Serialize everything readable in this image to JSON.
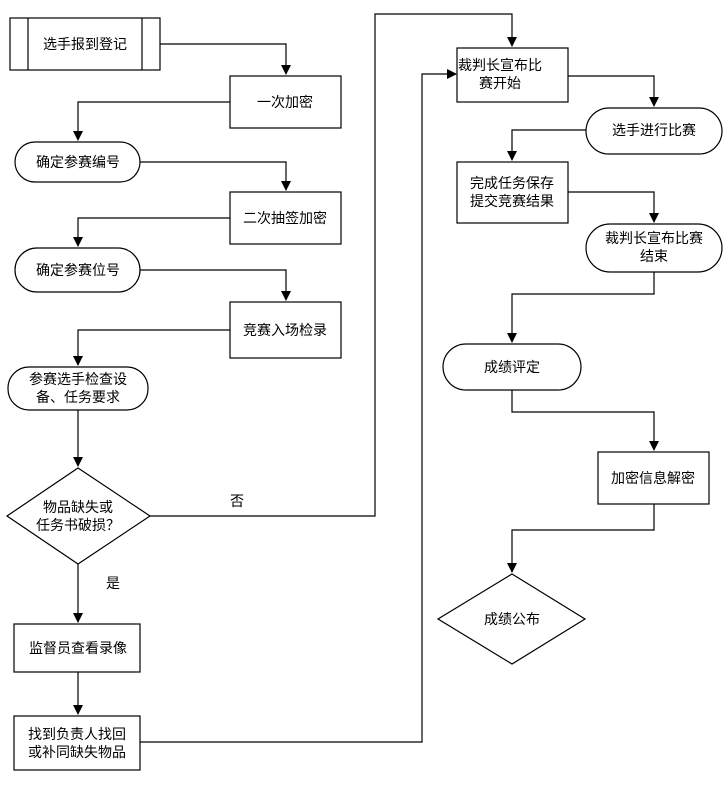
{
  "colors": {
    "stroke": "#000000",
    "fill": "#ffffff",
    "text": "#000000"
  },
  "nodes": {
    "register": {
      "lines": [
        "选手报到登记"
      ]
    },
    "encrypt1": {
      "lines": [
        "一次加密"
      ]
    },
    "confirm_number": {
      "lines": [
        "确定参赛编号"
      ]
    },
    "encrypt2": {
      "lines": [
        "二次抽签加密"
      ]
    },
    "confirm_position": {
      "lines": [
        "确定参赛位号"
      ]
    },
    "entry_check": {
      "lines": [
        "竞赛入场检录"
      ]
    },
    "check_equipment": {
      "lines": [
        "参赛选手检查设",
        "备、任务要求"
      ]
    },
    "decision_missing": {
      "lines": [
        "物品缺失或",
        "任务书破损？"
      ]
    },
    "supervisor_video": {
      "lines": [
        "监督员查看录像"
      ]
    },
    "find_responsible": {
      "lines": [
        "找到负责人找回",
        "或补同缺失物品"
      ]
    },
    "referee_start": {
      "lines": [
        "裁判长宣布比",
        "赛开始"
      ]
    },
    "competing": {
      "lines": [
        "选手进行比赛"
      ]
    },
    "save_submit": {
      "lines": [
        "完成任务保存",
        "提交竞赛结果"
      ]
    },
    "referee_end": {
      "lines": [
        "裁判长宣布比赛",
        "结束"
      ]
    },
    "score_evaluate": {
      "lines": [
        "成绩评定"
      ]
    },
    "decrypt": {
      "lines": [
        "加密信息解密"
      ]
    },
    "publish": {
      "lines": [
        "成绩公布"
      ]
    }
  },
  "edge_labels": {
    "no": "否",
    "yes": "是"
  }
}
